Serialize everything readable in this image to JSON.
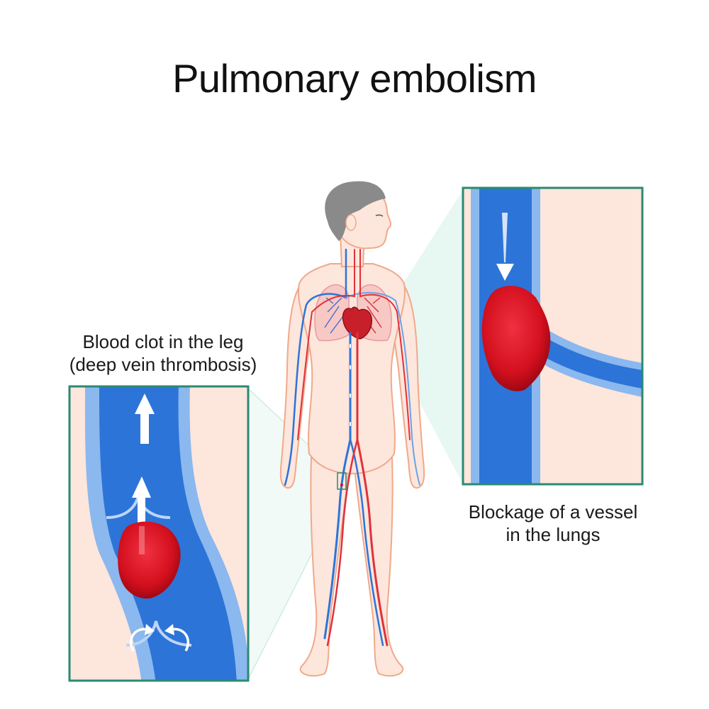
{
  "title": "Pulmonary embolism",
  "labels": {
    "leg_line1": "Blood clot in the leg",
    "leg_line2": "(deep vein thrombosis)",
    "lungs_line1": "Blockage of a vessel",
    "lungs_line2": "in the lungs"
  },
  "colors": {
    "skin": "#fde6dc",
    "skin_outline": "#f0a98a",
    "vein": "#2d74d8",
    "vein_light": "#6aa3ea",
    "artery": "#e0323a",
    "clot": "#d4101e",
    "frame": "#2a8a72",
    "hair": "#8a8a8a",
    "callout": "#dff4ee"
  },
  "icons": [
    "blood-clot-icon",
    "flow-arrow-icon",
    "valve-arrow-icon"
  ]
}
